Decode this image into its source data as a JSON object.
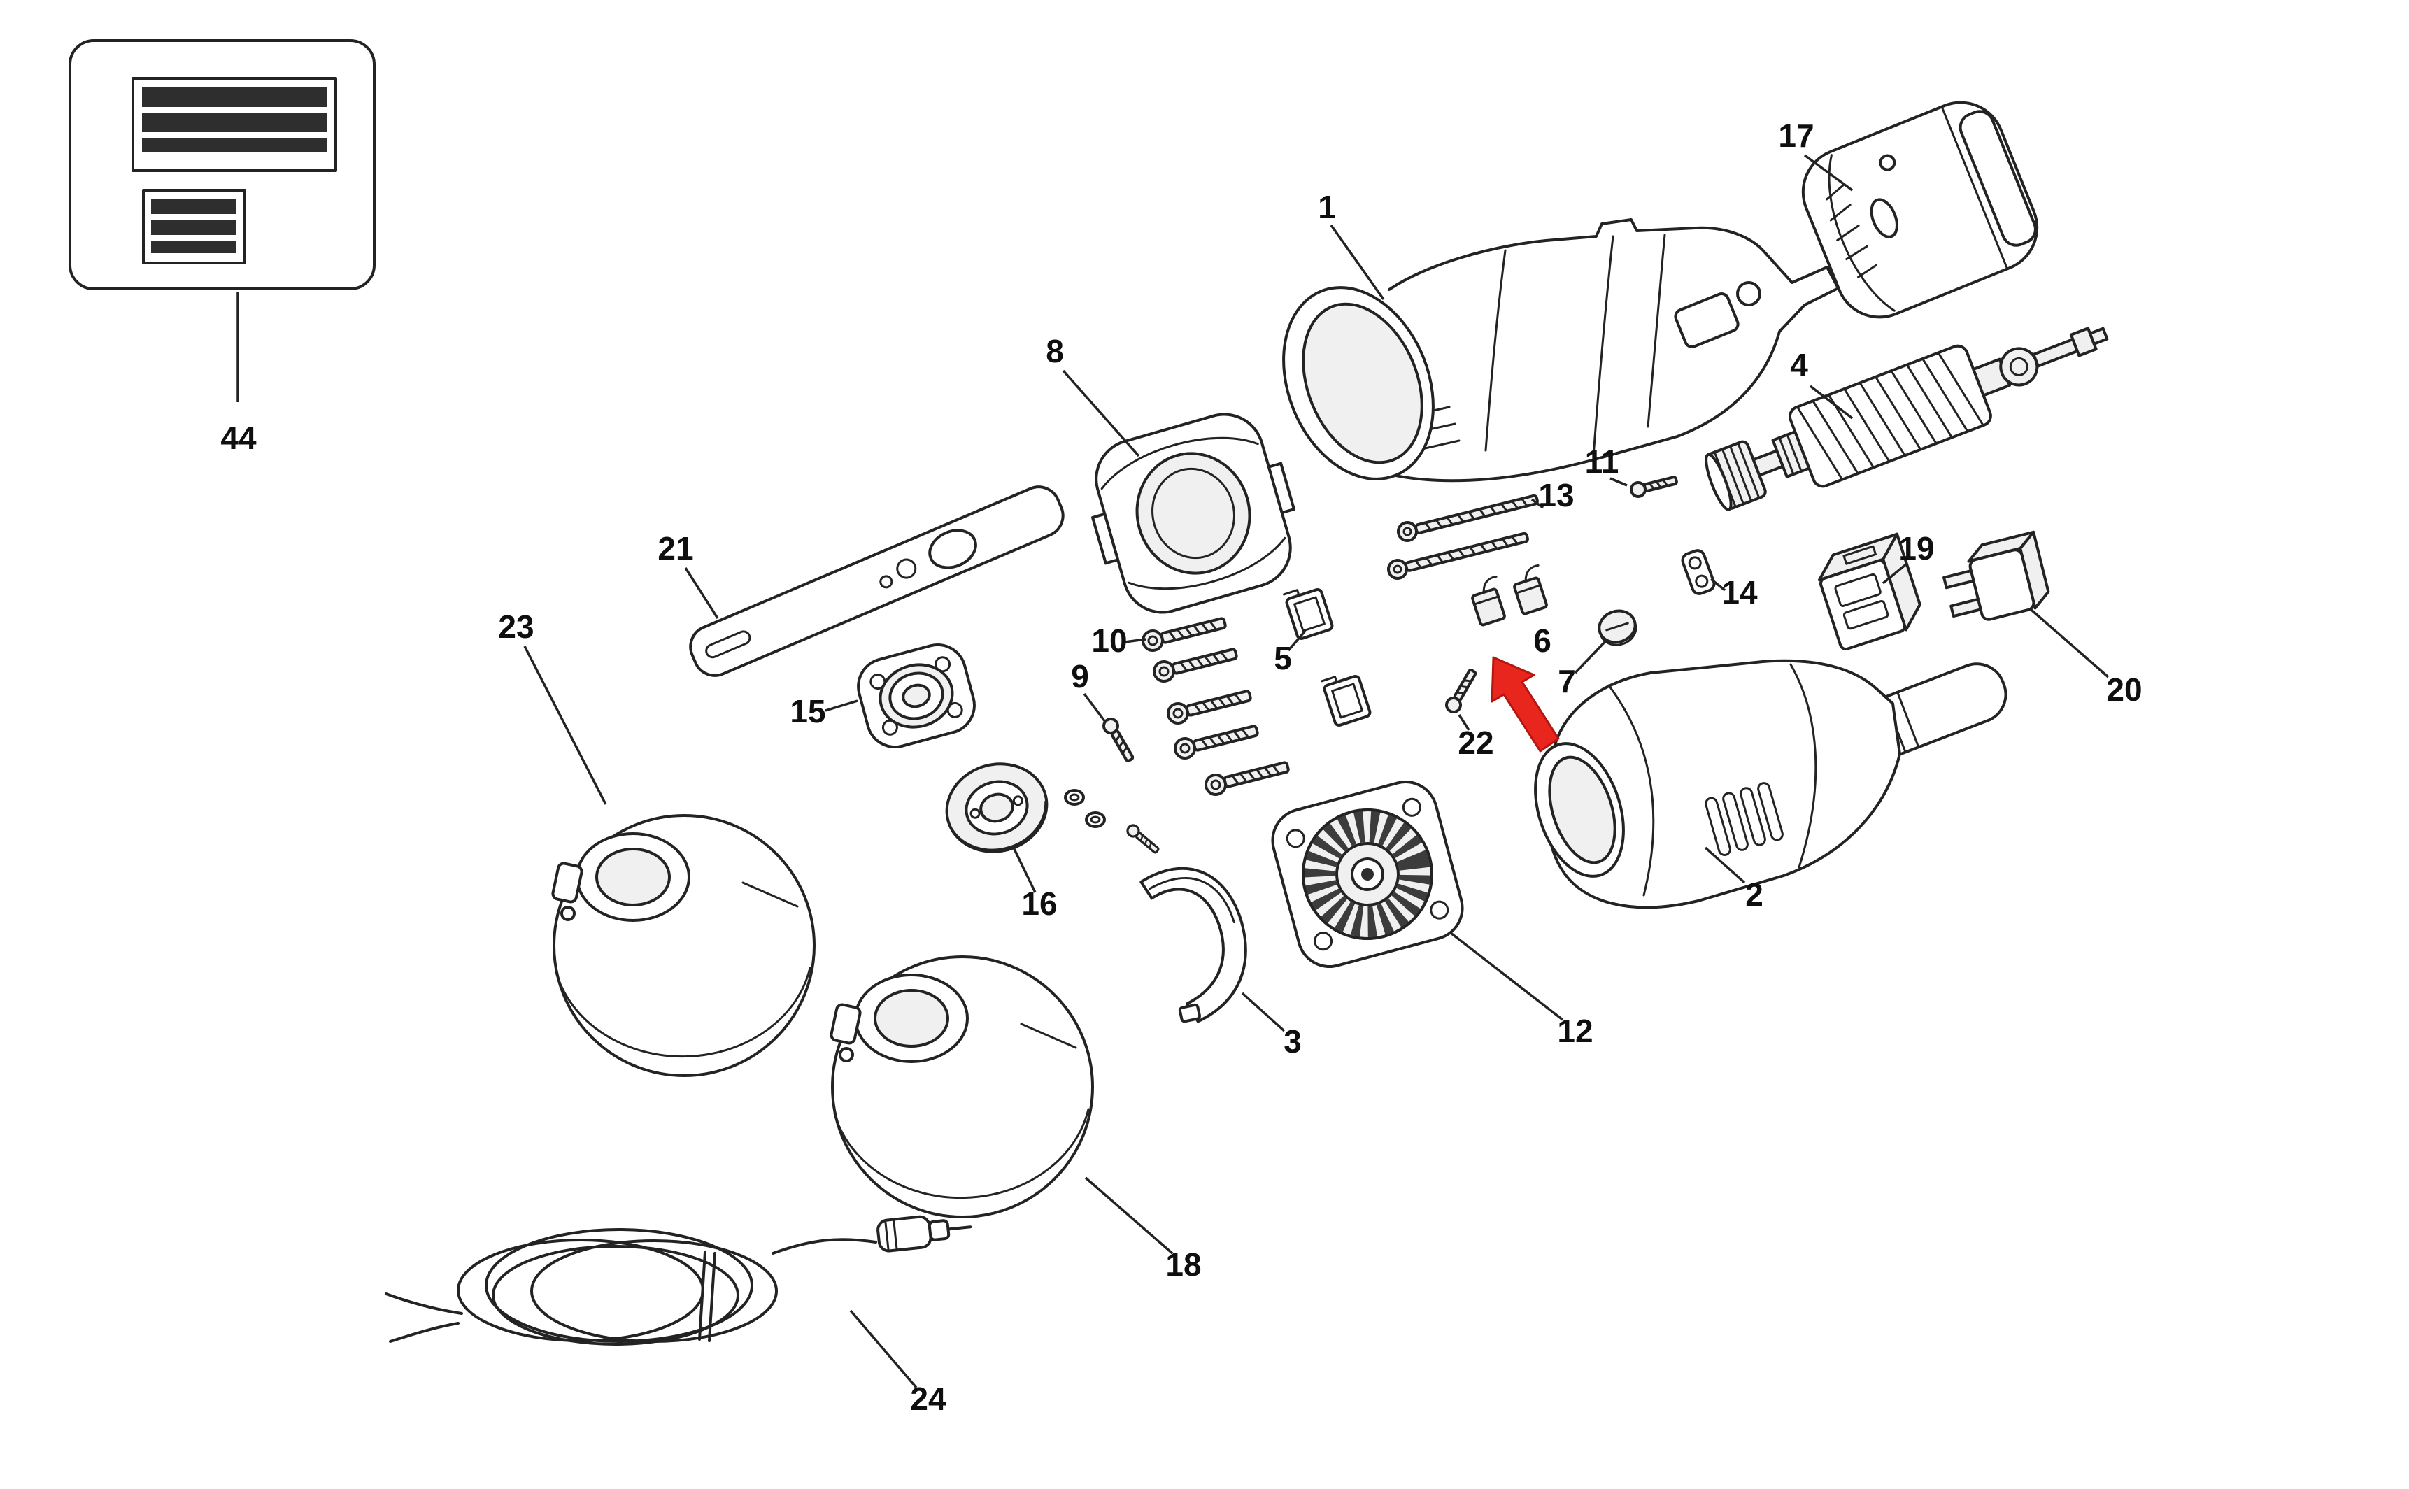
{
  "colors": {
    "line": "#232323",
    "highlight": "#e8261d",
    "background": "#ffffff"
  },
  "labels": {
    "p1": "1",
    "p2": "2",
    "p3": "3",
    "p4": "4",
    "p5": "5",
    "p6": "6",
    "p7": "7",
    "p8": "8",
    "p9": "9",
    "p10": "10",
    "p11": "11",
    "p12": "12",
    "p13": "13",
    "p14": "14",
    "p15": "15",
    "p16": "16",
    "p17": "17",
    "p18": "18",
    "p19": "19",
    "p20": "20",
    "p21": "21",
    "p22": "22",
    "p23": "23",
    "p24": "24",
    "p44": "44"
  },
  "arrow": {
    "color": "#e8261d",
    "points_to_part": "6"
  }
}
